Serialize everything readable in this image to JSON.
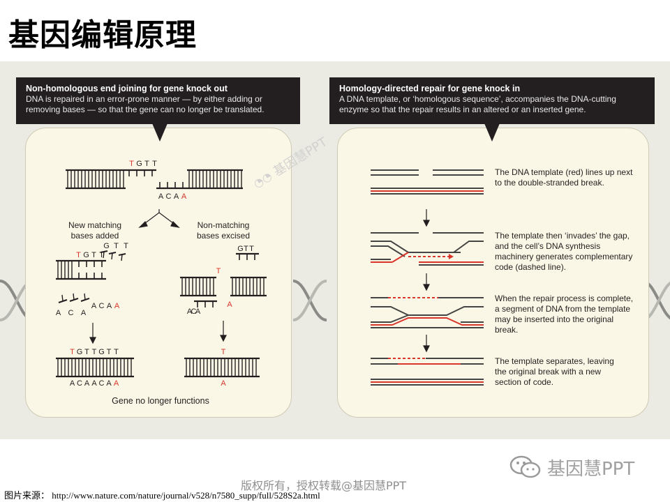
{
  "slide": {
    "title": "基因编辑原理"
  },
  "left_panel": {
    "header_title": "Non-homologous end joining for gene knock out",
    "header_desc": "DNA is repaired in an error-prone manner — by either adding or removing bases — so that the gene can no longer be translated.",
    "top_seq_upper": [
      "T",
      "G",
      "T",
      "T"
    ],
    "top_seq_lower": [
      "A",
      "C",
      "A",
      "A"
    ],
    "branch_left_label": "New matching bases added",
    "branch_right_label": "Non-matching bases excised",
    "added_upper": [
      "T",
      "G",
      "T",
      "T"
    ],
    "added_free_upper": [
      "G",
      "T",
      "T"
    ],
    "added_lower": [
      "A",
      "C",
      "A",
      "A"
    ],
    "added_free_lower": [
      "A",
      "C",
      "A"
    ],
    "excised_upper": "T",
    "excised_lower": "A",
    "excised_free_upper": [
      "G",
      "T",
      "T"
    ],
    "excised_free_lower": [
      "A",
      "C",
      "A"
    ],
    "result_left_upper": [
      "T",
      "G",
      "T",
      "T",
      "G",
      "T",
      "T"
    ],
    "result_left_lower": [
      "A",
      "C",
      "A",
      "A",
      "C",
      "A",
      "A"
    ],
    "result_right_upper": "T",
    "result_right_lower": "A",
    "conclusion": "Gene no longer functions"
  },
  "right_panel": {
    "header_title": "Homology-directed repair for gene knock in",
    "header_desc": "A DNA template, or ‘homologous sequence’, accompanies the DNA-cutting enzyme so that the repair results in an altered or an inserted gene.",
    "steps": [
      "The DNA template (red) lines up next to the double-stranded break.",
      "The template then ‘invades’ the gap, and the cell’s DNA synthesis machinery generates complementary code (dashed line).",
      "When the repair process is complete, a segment of DNA from the template may be inserted into the original break.",
      "The template separates, leaving the original break with a new section of code."
    ]
  },
  "colors": {
    "dark_header": "#231f20",
    "panel_fill": "#fbf7e6",
    "template_red": "#d9352a",
    "figure_bg": "#ebebe3"
  },
  "footer": {
    "source_label": "图片来源：",
    "source_url": "http://www.nature.com/nature/journal/v528/n7580_supp/full/528S2a.html",
    "rights": "版权所有，授权转载@基因慧PPT"
  },
  "watermark": {
    "brand": "基因慧PPT",
    "diagonal": "基因慧PPT",
    "icon": "wechat-icon"
  }
}
